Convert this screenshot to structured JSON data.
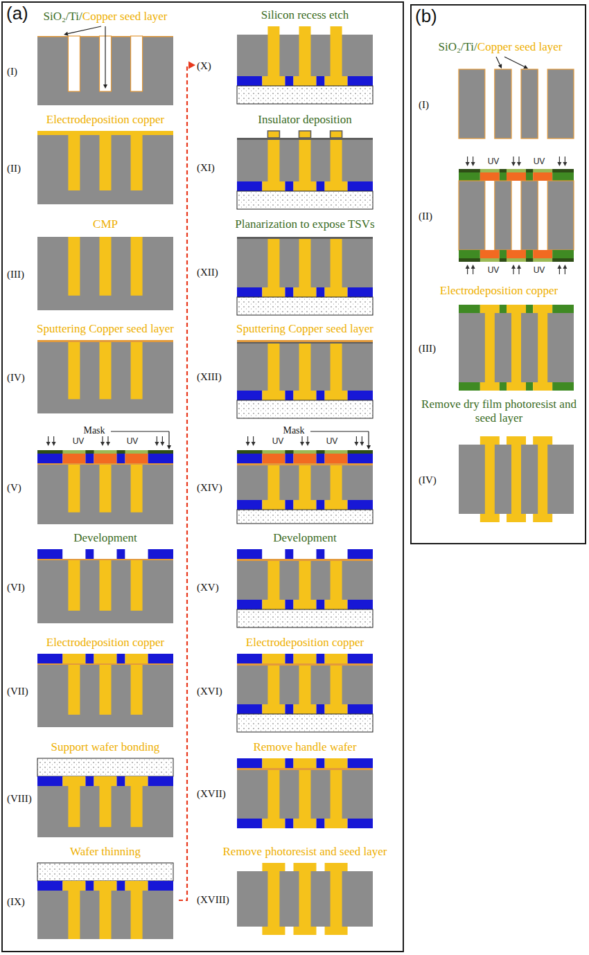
{
  "diagram": {
    "nodes": [
      {
        "text": [
          "(a)"
        ]
      },
      {
        "text": [
          "(b)"
        ]
      }
    ],
    "labels": [
      "SiO₂/Ti/",
      "Copper seed layer",
      "(I)",
      "Electrodeposition copper",
      "(II)",
      "CMP",
      "(III)",
      "Sputtering Copper seed layer",
      "(IV)",
      "Mask",
      "UV",
      "UV",
      "(V)",
      "Development",
      "(VI)",
      "Electrodeposition copper",
      "(VII)",
      "Support wafer bonding",
      "(VIII)",
      "Wafer thinning",
      "(IX)",
      "Silicon recess etch",
      "(X)",
      "Insulator deposition",
      "(XI)",
      "Planarization to expose TSVs",
      "(XII)",
      "Sputtering Copper seed layer",
      "(XIII)",
      "Mask",
      "UV",
      "UV",
      "(XIV)",
      "Development",
      "(XV)",
      "Electrodeposition copper",
      "(XVI)",
      "Remove handle wafer",
      "(XVII)",
      "Remove photoresist and seed layer",
      "(XVIII)",
      "SiO₂/Ti/",
      "Copper seed layer",
      "(I)",
      "UV",
      "UV",
      "UV",
      "UV",
      "(II)",
      "Electrodeposition copper",
      "(III)",
      "Remove dry film photoresist and seed layer",
      "(IV)"
    ]
  }
}
